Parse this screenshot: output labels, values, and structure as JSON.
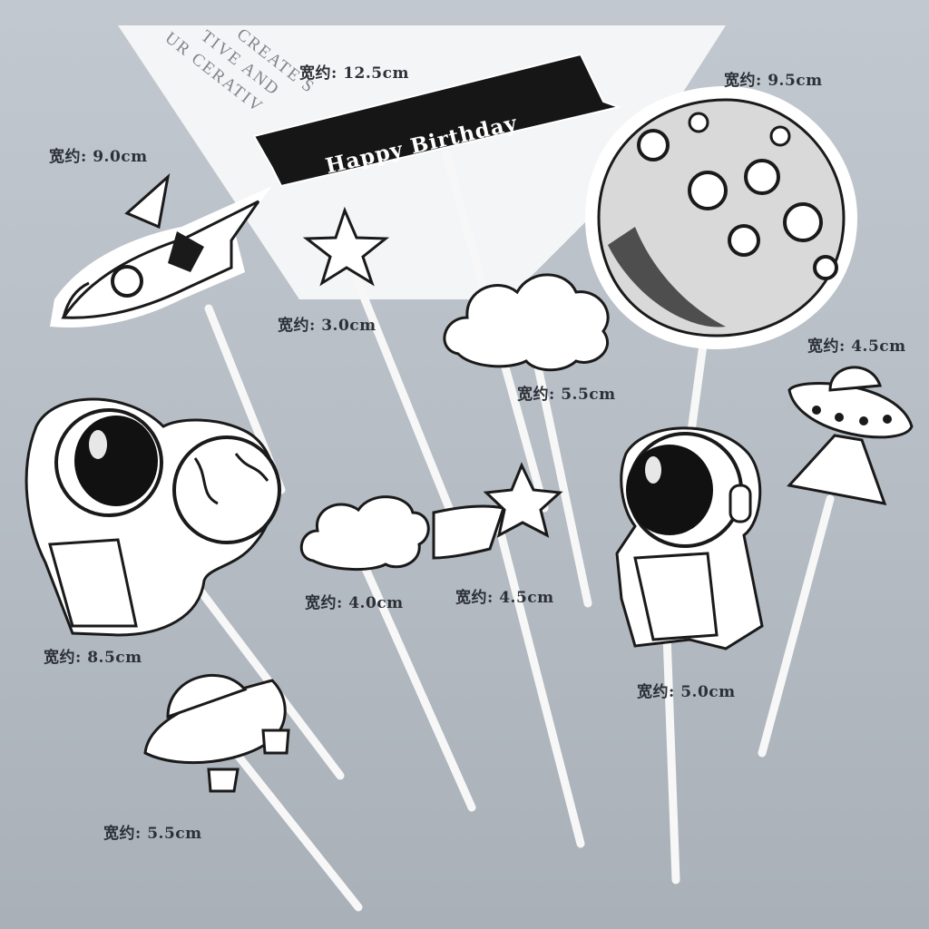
{
  "banner": {
    "text": "Happy Birthday"
  },
  "paper_text": [
    "CREATE S",
    "TIVE AND",
    "UR CERATIV"
  ],
  "labels": {
    "banner_width": "宽约: 12.5cm",
    "moon_width": "宽约: 9.5cm",
    "rocket_width": "宽约: 9.0cm",
    "star_small_width": "宽约: 3.0cm",
    "cloud_large_width": "宽约: 5.5cm",
    "ufo_small_width": "宽约: 4.5cm",
    "astronaut_earth_width": "宽约: 8.5cm",
    "cloud_small_width": "宽约: 4.0cm",
    "shooting_star_width": "宽约: 4.5cm",
    "astronaut_running_width": "宽约: 5.0cm",
    "ufo_large_width": "宽约: 5.5cm"
  },
  "colors": {
    "background": "#b8bfc7",
    "ink": "#1a1a1a",
    "paper": "#ffffff",
    "label": "#2d3137"
  }
}
